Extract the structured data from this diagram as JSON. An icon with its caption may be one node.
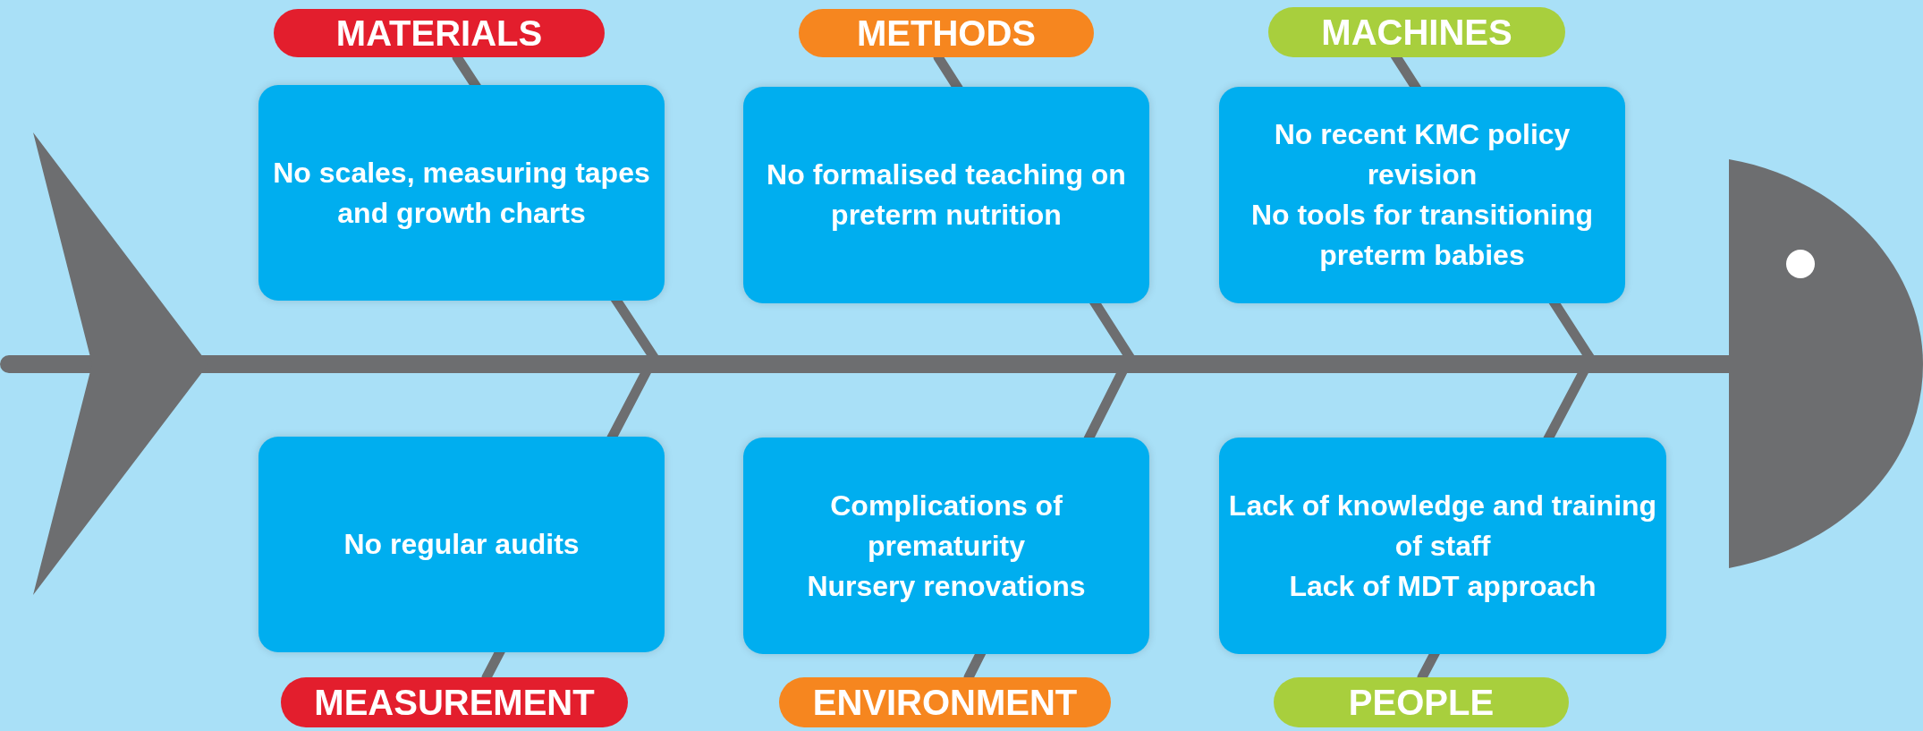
{
  "diagram": {
    "nodes": [
      {
        "text": [
          "MATERIALS"
        ]
      },
      {
        "text": [
          "METHODS"
        ]
      },
      {
        "text": [
          "MACHINES"
        ]
      },
      {
        "text": [
          "No scales, measuring tapes and growth charts"
        ]
      },
      {
        "text": [
          "No formalised teaching on preterm nutrition"
        ]
      },
      {
        "text": [
          "No recent KMC policy revision",
          "No tools for transitioning preterm babies"
        ]
      },
      {
        "text": [
          "No regular audits"
        ]
      },
      {
        "text": [
          "Complications of prematurity",
          "Nursery renovations"
        ]
      },
      {
        "text": [
          "Lack of knowledge and training of staff",
          "Lack of MDT approach"
        ]
      },
      {
        "text": [
          "MEASUREMENT"
        ]
      },
      {
        "text": [
          "ENVIRONMENT"
        ]
      },
      {
        "text": [
          "PEOPLE"
        ]
      }
    ]
  }
}
